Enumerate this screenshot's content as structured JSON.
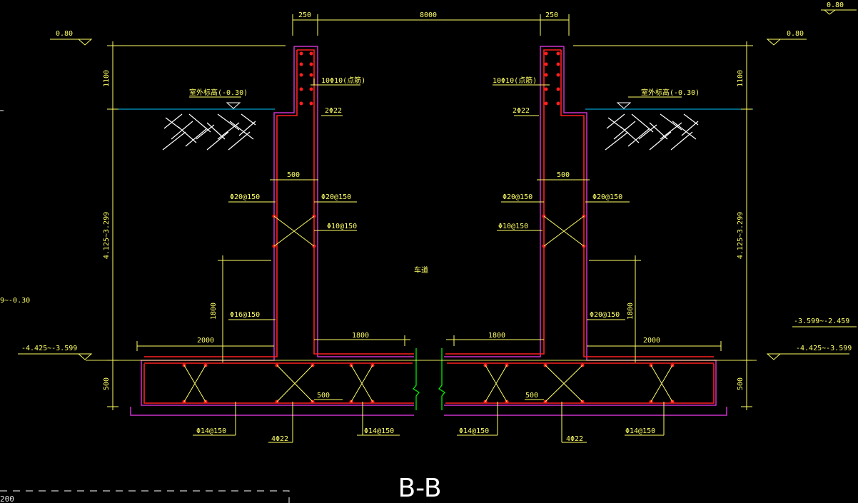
{
  "section_title": "B-B",
  "center_label": "车道",
  "dimensions": {
    "top_left_wall": "250",
    "top_span": "8000",
    "top_right_wall": "250",
    "left_parapet_h": "1100",
    "right_parapet_h": "1100",
    "left_wall_range": "4.125~3.299",
    "right_wall_range": "4.125~3.299",
    "left_wall_w": "500",
    "right_wall_w": "500",
    "left_haunch_h": "1800",
    "right_haunch_h": "1800",
    "left_heel": "2000",
    "right_heel": "2000",
    "left_toe": "1800",
    "right_toe": "1800",
    "left_footing_h": "500",
    "right_footing_h": "500",
    "left_base_wall_w": "500",
    "right_base_wall_w": "500"
  },
  "elevations": {
    "top_left": "0.80",
    "top_right": "0.80",
    "top_right_corner": "0.80",
    "left_grade": "室外标高(-0.30)",
    "right_grade": "室外标高(-0.30)",
    "left_base": "-4.425~-3.599",
    "right_base": "-4.425~-3.599",
    "right_mid": "-3.599~-2.459",
    "left_edge": "9~-0.30",
    "bottom_left_edge": "200"
  },
  "rebar": {
    "left_parapet_main": "10Φ10(点筋)",
    "right_parapet_main": "10Φ10(点筋)",
    "left_top_bar": "2Φ22",
    "right_top_bar": "2Φ22",
    "left_outer": "Φ20@150",
    "left_inner": "Φ20@150",
    "right_inner": "Φ20@150",
    "right_outer": "Φ20@150",
    "left_tie": "Φ10@150",
    "right_tie": "Φ10@150",
    "left_haunch": "Φ16@150",
    "right_haunch": "Φ20@150",
    "left_footing_a": "Φ14@150",
    "left_footing_b": "Φ14@150",
    "right_footing_a": "Φ14@150",
    "right_footing_b": "Φ14@150",
    "left_corner": "4Φ22",
    "right_corner": "4Φ22"
  },
  "colors": {
    "background": "#000000",
    "dimension": "#ffff66",
    "rebar": "#ff2020",
    "formwork": "#cc33cc",
    "ground_hatch": "#ffffff",
    "grade_line": "#00c8ff",
    "break_line": "#00ff00"
  }
}
